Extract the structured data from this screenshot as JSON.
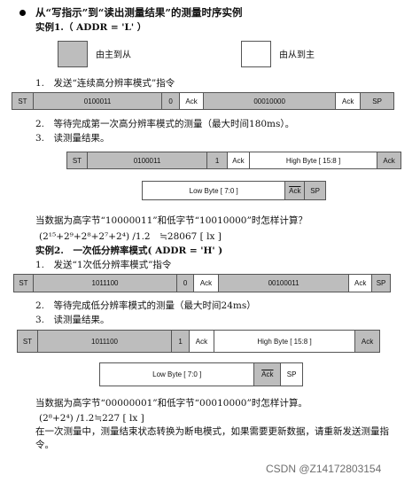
{
  "title": "从“写指示”到“读出测量结果”的测量时序实例",
  "example1": {
    "heading": "实例1.（ ADDR = 'L' ）",
    "legend": {
      "master_to_slave": "由主到从",
      "slave_to_master": "由从到主"
    },
    "step1": "1.　发送“连续高分辨率模式”指令",
    "frame1": [
      "ST",
      "0100011",
      "0",
      "Ack",
      "00010000",
      "Ack",
      "SP"
    ],
    "step2": "2.　等待完成第一次高分辨率模式的测量（最大时间180ms）。",
    "step3": "3.　读测量结果。",
    "frame2": [
      "ST",
      "0100011",
      "1",
      "Ack",
      "High Byte [ 15:8 ]",
      "Ack"
    ],
    "frame3": [
      "Low Byte [ 7:0 ]",
      "Ack",
      "SP"
    ],
    "calc_q": "当数据为高字节“10000011”和低字节“10010000”时怎样计算？",
    "calc_a": "(2¹⁵+2⁹+2⁸+2⁷+2⁴) /1.2　≒28067 [ lx ]"
  },
  "example2": {
    "heading": "实例2.　一次低分辨率模式( ADDR = 'H' )",
    "step1": "1.　发送“1次低分辨率模式”指令",
    "frame1": [
      "ST",
      "1011100",
      "0",
      "Ack",
      "00100011",
      "Ack",
      "SP"
    ],
    "step2": "2.　等待完成低分辨率模式的测量（最大时间24ms）",
    "step3": "3.　读测量结果。",
    "frame2": [
      "ST",
      "1011100",
      "1",
      "Ack",
      "High Byte [ 15:8 ]",
      "Ack"
    ],
    "frame3": [
      "Low Byte [ 7:0 ]",
      "Ack",
      "SP"
    ],
    "calc_q": "当数据为高字节“00000001”和低字节“00010000”时怎样计算。",
    "calc_a": "(2⁸+2⁴) /1.2≒227 [ lx ]",
    "note_line1": "在一次测量中，测量结束状态转换为断电模式，如果需要更新数据，请重新发送测量指",
    "note_line2": "令。"
  },
  "watermark": "CSDN @Z14172803154",
  "colors": {
    "master_to_slave": "#bdbdbd",
    "slave_to_master": "#ffffff"
  }
}
